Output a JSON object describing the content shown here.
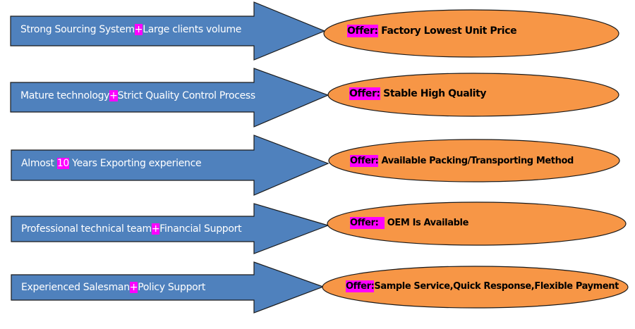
{
  "colors": {
    "arrow_fill": "#4f81bd",
    "arrow_stroke": "#1a1a1a",
    "ellipse_fill": "#f79646",
    "ellipse_stroke": "#1a1a1a",
    "highlight": "#ff00ff"
  },
  "rows": [
    {
      "reason": {
        "before": "Strong Sourcing System",
        "highlight": "+",
        "after": "Large clients volume"
      },
      "offer": {
        "label": "Offer:",
        "gap": "",
        "text": " Factory Lowest Unit Price"
      }
    },
    {
      "reason": {
        "before": "Mature technology",
        "highlight": "+",
        "after": "Strict Quality Control Process"
      },
      "offer": {
        "label": "Offer:",
        "gap": "",
        "text": " Stable High Quality"
      }
    },
    {
      "reason": {
        "before": "Almost ",
        "highlight": "10",
        "after": " Years Exporting experience"
      },
      "offer": {
        "label": "Offer:",
        "gap": "",
        "text": " Available Packing/Transporting Method"
      }
    },
    {
      "reason": {
        "before": "Professional technical team",
        "highlight": "+",
        "after": "Financial Support"
      },
      "offer": {
        "label": "Offer:",
        "gap": "  ",
        "text": " OEM Is Available"
      }
    },
    {
      "reason": {
        "before": "Experienced Salesman",
        "highlight": "+",
        "after": "Policy Support"
      },
      "offer": {
        "label": "Offer:",
        "gap": "",
        "text": "Sample Service,Quick Response,Flexible Payment"
      }
    }
  ]
}
